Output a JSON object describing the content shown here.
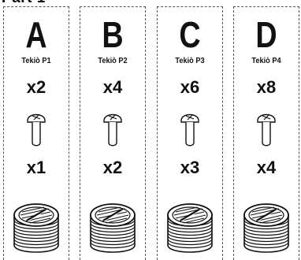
{
  "header": {
    "title": "Part 1"
  },
  "panels": [
    {
      "letter": "A",
      "code": "Tekiò P1",
      "screw_qty": "x2",
      "spool_qty": "x1"
    },
    {
      "letter": "B",
      "code": "Tekiò P2",
      "screw_qty": "x4",
      "spool_qty": "x2"
    },
    {
      "letter": "C",
      "code": "Tekiò P3",
      "screw_qty": "x6",
      "spool_qty": "x3"
    },
    {
      "letter": "D",
      "code": "Tekiò P4",
      "screw_qty": "x8",
      "spool_qty": "x4"
    }
  ],
  "icons": {
    "screw": "screw-icon",
    "spool": "threaded-spool-icon"
  }
}
